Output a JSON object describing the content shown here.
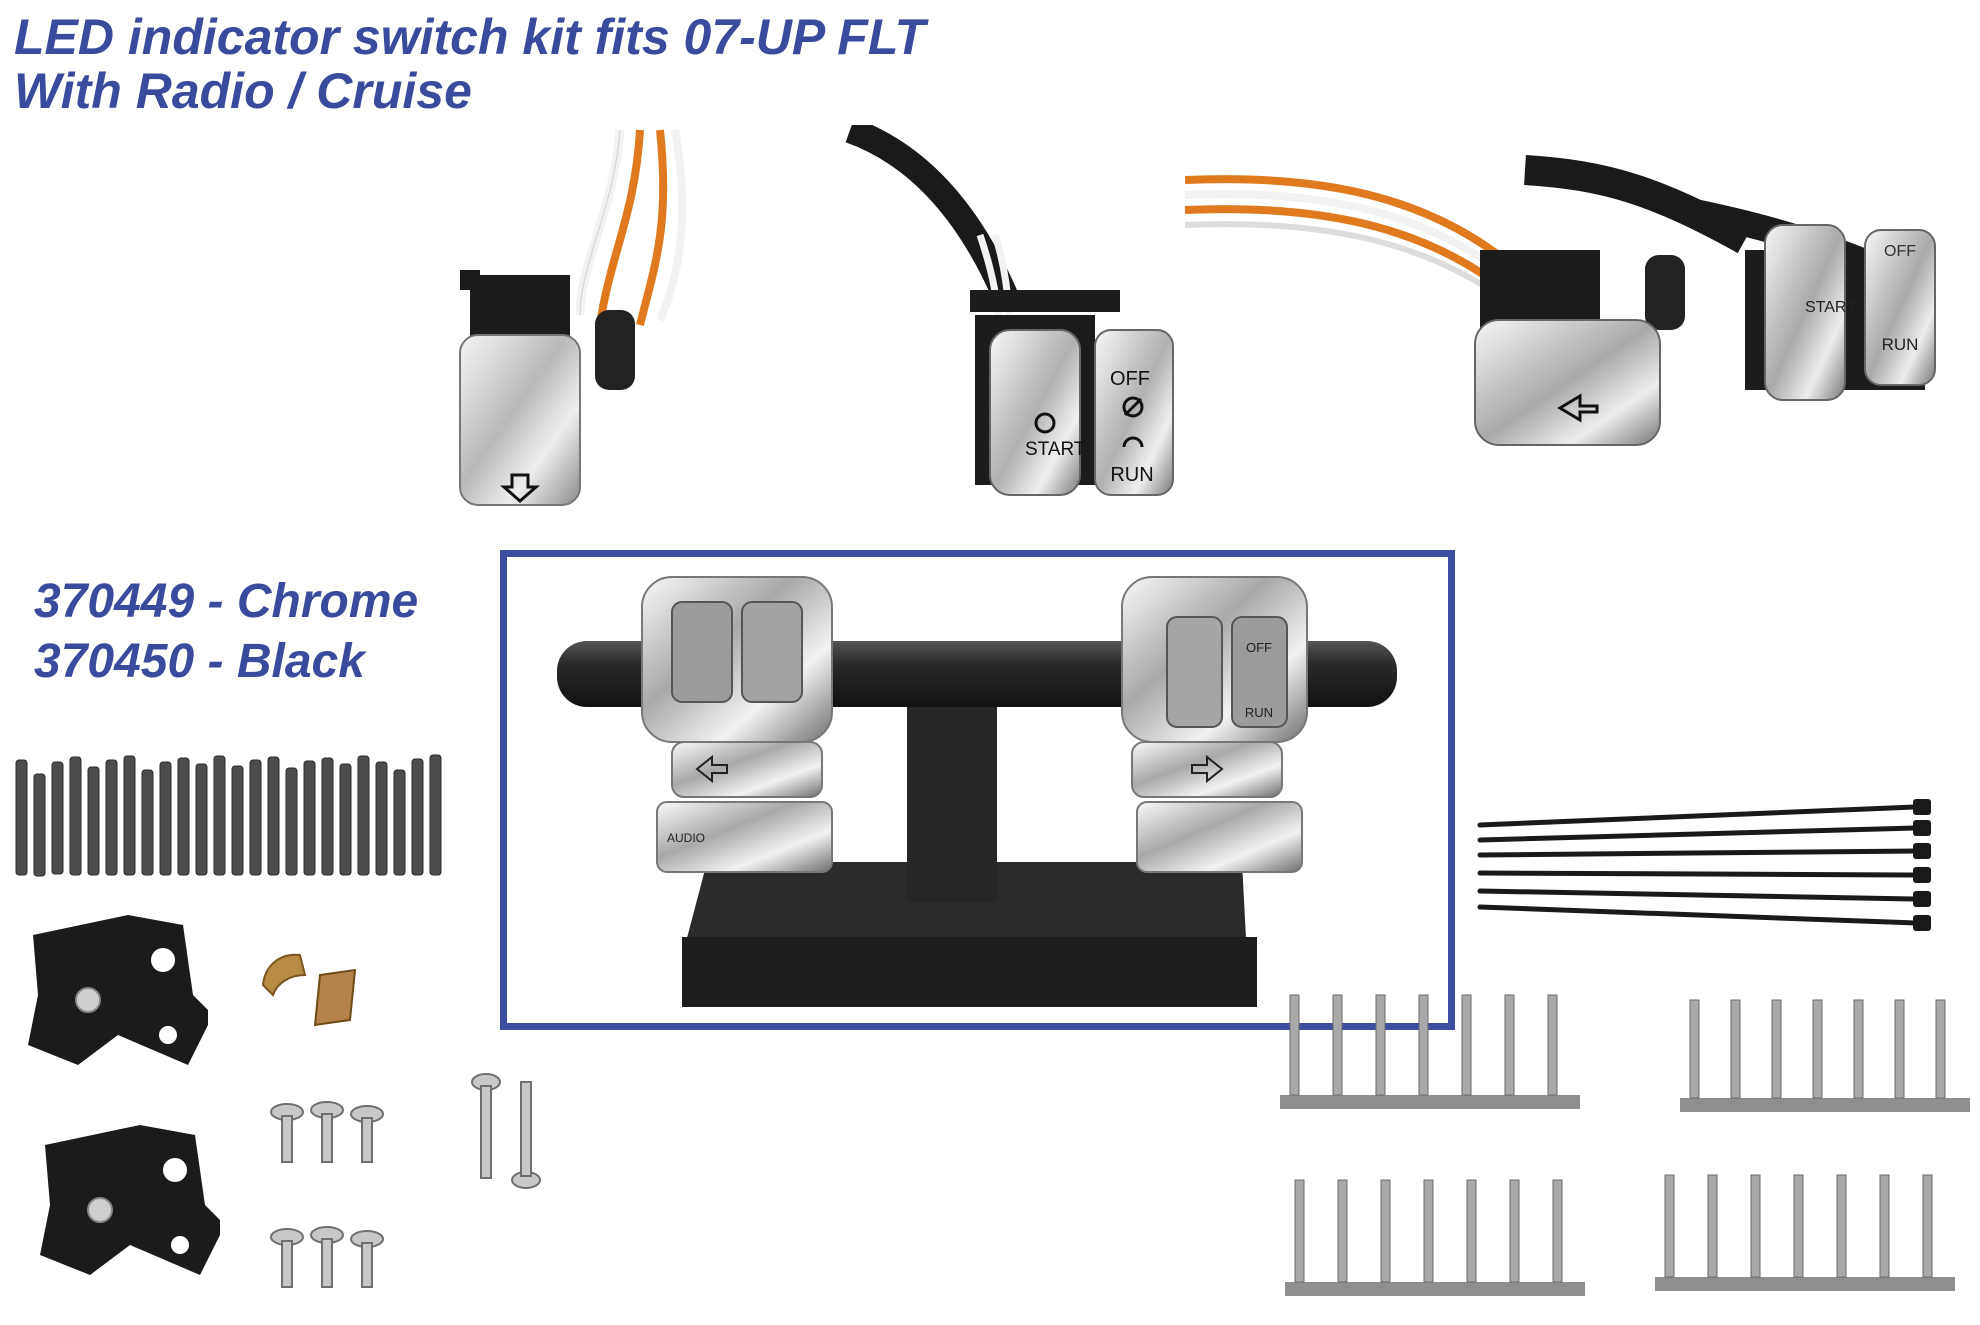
{
  "title": {
    "line1": "LED indicator switch kit fits 07-UP FLT",
    "line2": "With Radio / Cruise"
  },
  "part_numbers": [
    {
      "number": "370449",
      "finish": "Chrome",
      "text": "370449 - Chrome"
    },
    {
      "number": "370450",
      "finish": "Black",
      "text": "370450 - Black"
    }
  ],
  "switch_labels": {
    "off": "OFF",
    "run": "RUN",
    "start": "START",
    "audio": "AUDIO"
  },
  "colors": {
    "title_text": "#3a4a9c",
    "frame_border": "#3d4ea0",
    "chrome": "#d8d8d8",
    "wire_orange": "#e07a1e",
    "wire_white": "#f4f4f4",
    "housing_black": "#1c1c1c"
  },
  "icons": [
    "arrow-down-icon",
    "arrow-left-icon",
    "arrow-right-icon",
    "ignition-off-icon",
    "run-icon",
    "start-icon"
  ]
}
